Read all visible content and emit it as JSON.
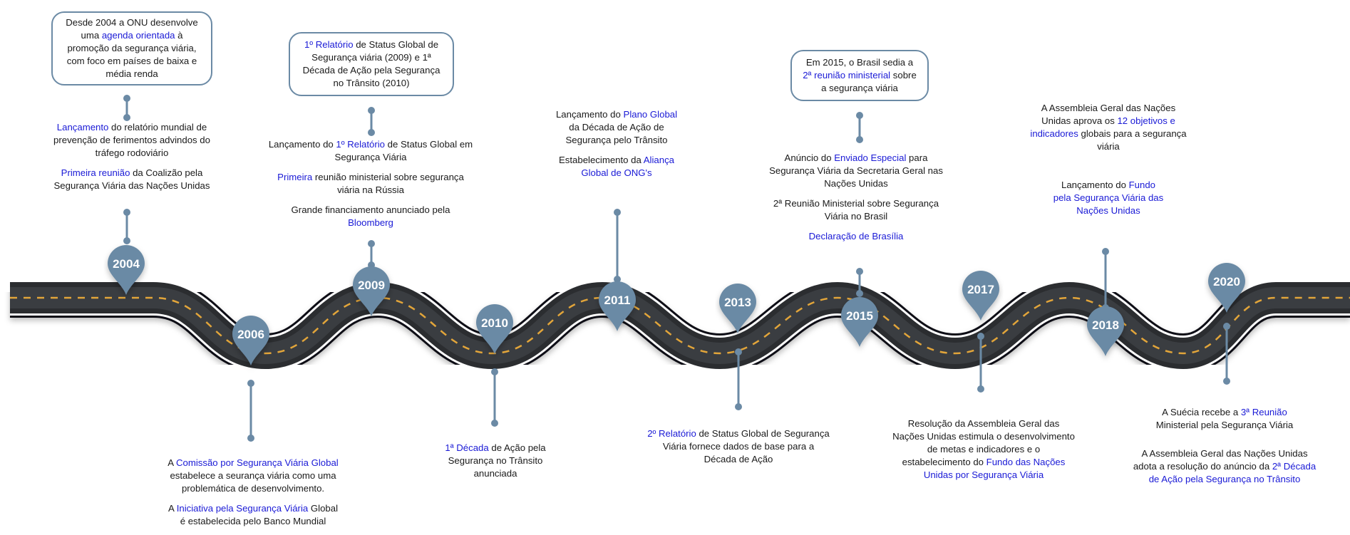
{
  "colors": {
    "road": "#2b2d30",
    "pin": "#6b8aa5",
    "lane": "#e2a53a",
    "highlight": "#1a1ad6"
  },
  "years": [
    {
      "label": "2004"
    },
    {
      "label": "2006"
    },
    {
      "label": "2009"
    },
    {
      "label": "2010"
    },
    {
      "label": "2011"
    },
    {
      "label": "2013"
    },
    {
      "label": "2015"
    },
    {
      "label": "2017"
    },
    {
      "label": "2018"
    },
    {
      "label": "2020"
    }
  ],
  "boxes": {
    "b2004": [
      "Desde 2004 a ONU desenvolve uma ",
      "agenda orientada",
      " à promoção da segurança viária, com foco em países de baixa e média renda"
    ],
    "b2009": [
      "1º Relatório",
      " de Status Global de Segurança viária (2009) e 1ª Década de Ação pela Segurança no Trânsito (2010)"
    ],
    "b2015": [
      "Em 2015, o Brasil sedia a ",
      "2ª reunião ministerial",
      " sobre a segurança viária"
    ]
  },
  "events": {
    "e2004a": [
      "Lançamento",
      " do relatório mundial  de prevenção de ferimentos advindos do tráfego rodoviário"
    ],
    "e2004b": [
      "Primeira reunião",
      " da Coalizão pela Segurança Viária das Nações Unidas"
    ],
    "e2006a": [
      "A ",
      "Comissão por Segurança Viária Global",
      " estabelece a seurança viária como uma problemática de desenvolvimento."
    ],
    "e2006b": [
      "A ",
      "Iniciativa pela Segurança Viária",
      " Global é estabelecida pelo Banco Mundial"
    ],
    "e2009a": [
      "Lançamento do ",
      "1º Relatório",
      " de Status Global em Segurança Viária"
    ],
    "e2009b": [
      "",
      "Primeira",
      " reunião ministerial sobre segurança viária na Rússia"
    ],
    "e2009c": [
      "Grande financiamento anunciado pela ",
      "Bloomberg",
      ""
    ],
    "e2010a": [
      "",
      "1ª Década",
      " de Ação pela Segurança no Trânsito anunciada"
    ],
    "e2011a": [
      "Lançamento do ",
      "Plano Global",
      " da Década de Ação de Segurança pelo Trânsito"
    ],
    "e2011b": [
      "Estabelecimento da ",
      "Aliança Global de ONG's",
      ""
    ],
    "e2013a": [
      "",
      "2º Relatório",
      " de Status Global de Segurança Viária fornece dados de base para a Década de Ação"
    ],
    "e2015a": [
      "Anúncio do ",
      "Enviado Especial",
      " para Segurança Viária da Secretaria Geral nas Nações Unidas"
    ],
    "e2015b": [
      "2ª Reunião Ministerial sobre Segurança Viária no Brasil",
      "",
      ""
    ],
    "e2015c": [
      "",
      "Declaração de Brasília",
      ""
    ],
    "e2017a": [
      "Resolução da Assembleia Geral das Nações Unidas estimula o desenvolvimento de metas e indicadores e o estabelecimento do ",
      "Fundo das Nações Unidas por Segurança Viária",
      ""
    ],
    "e2018a": [
      "A Assembleia Geral das Nações Unidas aprova os ",
      "12 objetivos e indicadores",
      " globais para a segurança viária"
    ],
    "e2018b": [
      "Lançamento do ",
      "Fundo pela Segurança Viária das Nações Unidas",
      ""
    ],
    "e2020a": [
      "A Suécia recebe a ",
      "3ª Reunião",
      " Ministerial pela Segurança Viária"
    ],
    "e2020b": [
      "A Assembleia Geral das Nações Unidas adota a resolução do anúncio da ",
      "2ª Década de Ação pela Segurança no Trânsito",
      ""
    ]
  }
}
